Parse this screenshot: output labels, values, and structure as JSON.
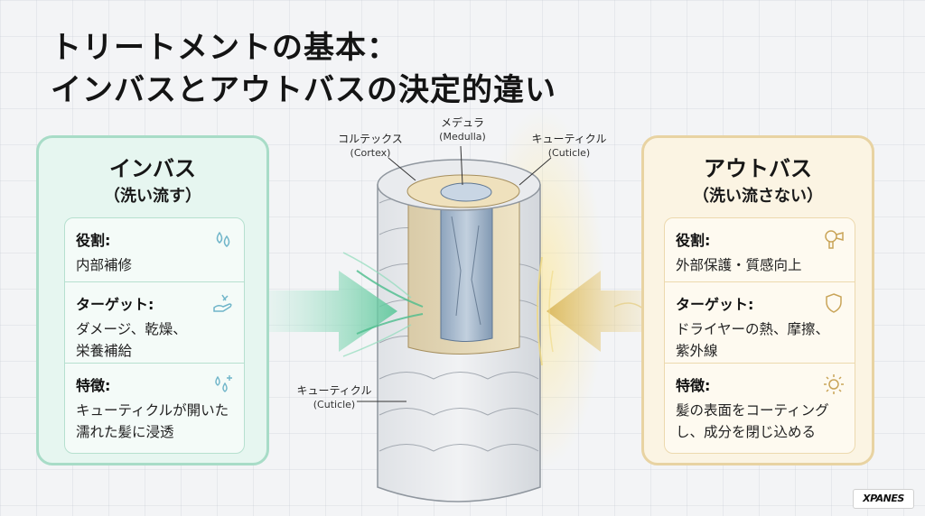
{
  "title": {
    "line1": "トリートメントの基本：",
    "line2": "インバスとアウトバスの決定的違い"
  },
  "inbath": {
    "title": "インバス",
    "subtitle": "（洗い流す）",
    "rows": [
      {
        "label": "役割:",
        "text": "内部補修",
        "icon": "water-drops-icon"
      },
      {
        "label": "ターゲット:",
        "text": "ダメージ、乾燥、\n栄養補給",
        "icon": "hand-repair-icon"
      },
      {
        "label": "特徴:",
        "text": "キューティクルが開いた\n濡れた髪に浸透",
        "icon": "sparkle-drops-icon"
      }
    ]
  },
  "outbath": {
    "title": "アウトバス",
    "subtitle": "（洗い流さない）",
    "rows": [
      {
        "label": "役割:",
        "text": "外部保護・質感向上",
        "icon": "hair-dryer-icon"
      },
      {
        "label": "ターゲット:",
        "text": "ドライヤーの熱、摩擦、\n紫外線",
        "icon": "shield-icon"
      },
      {
        "label": "特徴:",
        "text": "髪の表面をコーティング\nし、成分を閉じ込める",
        "icon": "sun-icon"
      }
    ]
  },
  "hair_labels": {
    "cortex": {
      "jp": "コルテックス",
      "en": "(Cortex)"
    },
    "medulla": {
      "jp": "メデュラ",
      "en": "(Medulla)"
    },
    "cuticle_top": {
      "jp": "キューティクル",
      "en": "(Cuticle)"
    },
    "cuticle_bottom": {
      "jp": "キューティクル",
      "en": "(Cuticle)"
    }
  },
  "logo": "XPANES",
  "colors": {
    "inbath_accent": "#a8dcc7",
    "inbath_arrow": "#6fd0a8",
    "outbath_accent": "#e8d3a2",
    "outbath_arrow": "#e2c46a"
  }
}
